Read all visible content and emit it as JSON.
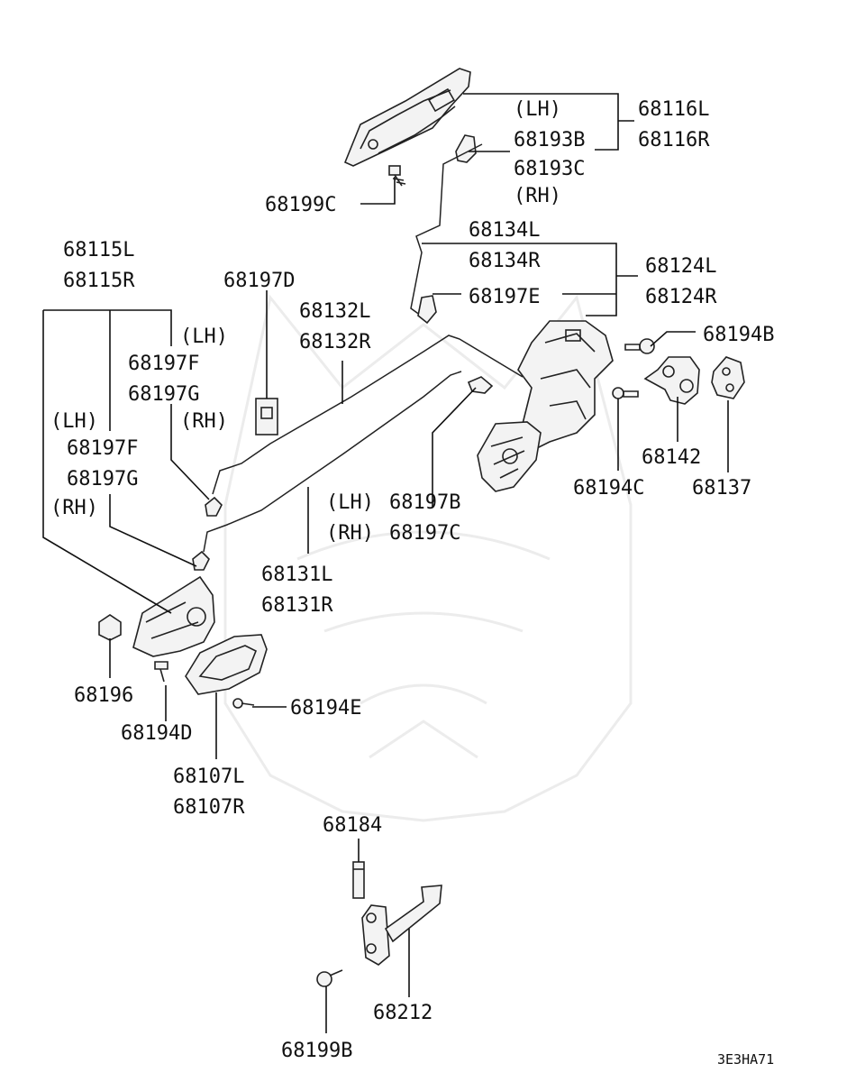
{
  "diagram": {
    "code": "3E3HA71",
    "labels": {
      "p68116L": "68116L",
      "p68116R": "68116R",
      "lh_a": "(LH)",
      "p68193B": "68193B",
      "p68193C": "68193C",
      "rh_a": "(RH)",
      "p68199C": "68199C",
      "p68134L": "68134L",
      "p68134R": "68134R",
      "p68124L": "68124L",
      "p68124R": "68124R",
      "p68197E": "68197E",
      "p68194B": "68194B",
      "p68115L": "68115L",
      "p68115R": "68115R",
      "p68197D": "68197D",
      "p68132L": "68132L",
      "p68132R": "68132R",
      "lh_b": "(LH)",
      "p68197F_a": "68197F",
      "p68197G_a": "68197G",
      "rh_b": "(RH)",
      "lh_c": "(LH)",
      "p68197F_b": "68197F",
      "p68197G_b": "68197G",
      "rh_c": "(RH)",
      "p68142": "68142",
      "p68194C": "68194C",
      "p68137": "68137",
      "lh_d": "(LH)",
      "p68197B": "68197B",
      "rh_d": "(RH)",
      "p68197C": "68197C",
      "p68131L": "68131L",
      "p68131R": "68131R",
      "p68196": "68196",
      "p68194E": "68194E",
      "p68194D": "68194D",
      "p68107L": "68107L",
      "p68107R": "68107R",
      "p68184": "68184",
      "p68212": "68212",
      "p68199B": "68199B"
    }
  }
}
